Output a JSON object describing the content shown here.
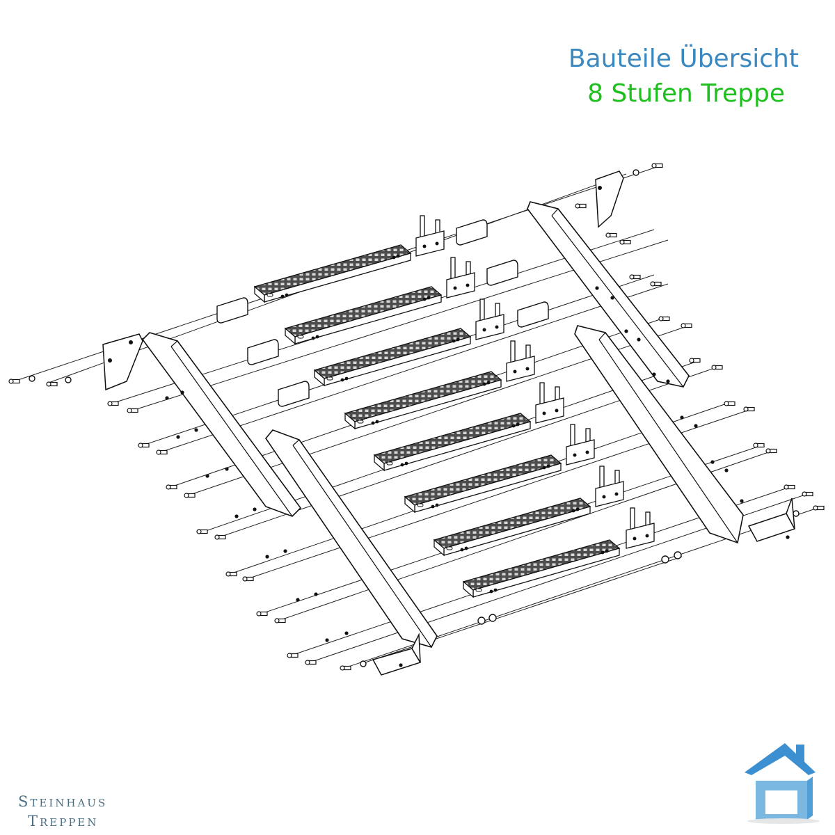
{
  "header": {
    "line1": "Bauteile Übersicht",
    "line2": "8 Stufen Treppe"
  },
  "brand": {
    "line1": "Steinhaus",
    "line2": "Treppen"
  },
  "diagram": {
    "step_count": 8,
    "line_color": "#1a1a1a",
    "grating_color": "#5a5a5a"
  },
  "colors": {
    "title_primary": "#3a88bf",
    "title_secondary": "#1fbf1f",
    "brand_text": "#4b6f84",
    "logo_roof": "#3c8fd0",
    "logo_body": "#7ab8e2"
  },
  "icons": {
    "logo": "house-icon"
  }
}
